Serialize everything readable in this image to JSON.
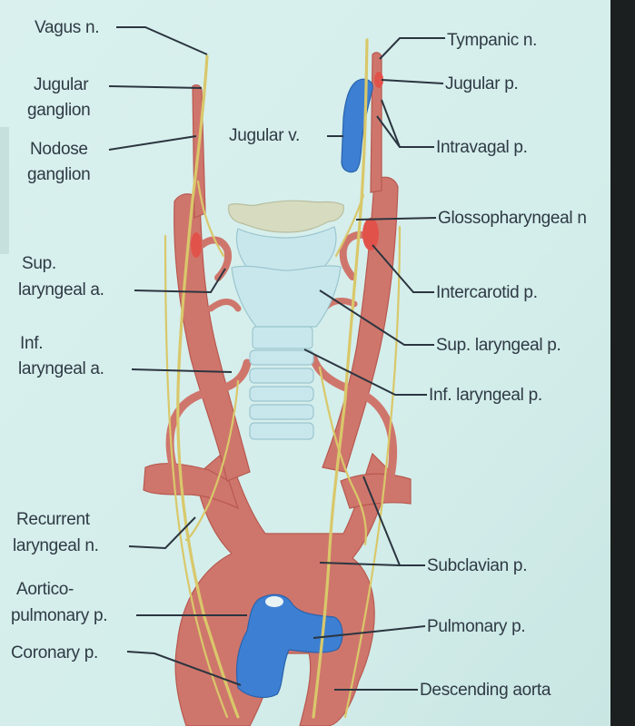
{
  "labels": {
    "vagus_n": "Vagus n.",
    "jugular_ganglion_1": "Jugular",
    "jugular_ganglion_2": "ganglion",
    "nodose_ganglion_1": "Nodose",
    "nodose_ganglion_2": "ganglion",
    "jugular_v": "Jugular v.",
    "sup_laryngeal_a_1": "Sup.",
    "sup_laryngeal_a_2": "laryngeal a.",
    "inf_laryngeal_a_1": "Inf.",
    "inf_laryngeal_a_2": "laryngeal a.",
    "recurrent_laryngeal_n_1": "Recurrent",
    "recurrent_laryngeal_n_2": "laryngeal n.",
    "aortico_pulmonary_p_1": "Aortico-",
    "aortico_pulmonary_p_2": "pulmonary p.",
    "coronary_p": "Coronary p.",
    "tympanic_n": "Tympanic n.",
    "jugular_p": "Jugular p.",
    "intravagal_p": "Intravagal p.",
    "glossopharyngeal_n": "Glossopharyngeal n",
    "intercarotid_p": "Intercarotid p.",
    "sup_laryngeal_p": "Sup. laryngeal p.",
    "inf_laryngeal_p": "Inf. laryngeal p.",
    "subclavian_p": "Subclavian p.",
    "pulmonary_p": "Pulmonary p.",
    "descending_aorta": "Descending aorta"
  },
  "colors": {
    "background": "#d6efee",
    "artery": "#cf766c",
    "vein": "#3d7fd2",
    "nerve": "#d9c86a",
    "cartilage": "#c8e7ec",
    "paraganglia": "#e0524a"
  }
}
